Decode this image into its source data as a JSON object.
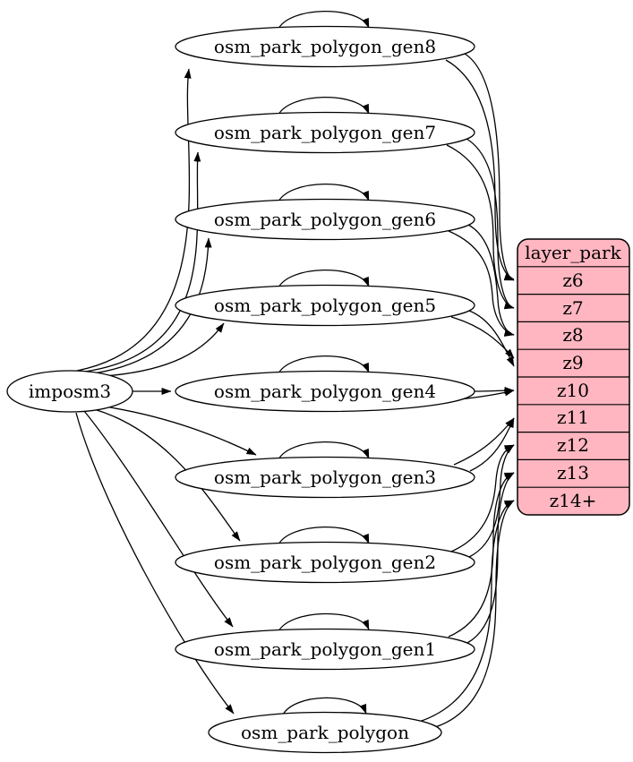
{
  "diagram": {
    "source": {
      "label": "imposm3"
    },
    "tables": [
      {
        "label": "osm_park_polygon_gen8",
        "feeds": "z6"
      },
      {
        "label": "osm_park_polygon_gen7",
        "feeds": "z7"
      },
      {
        "label": "osm_park_polygon_gen6",
        "feeds": "z8"
      },
      {
        "label": "osm_park_polygon_gen5",
        "feeds": "z9"
      },
      {
        "label": "osm_park_polygon_gen4",
        "feeds": "z10"
      },
      {
        "label": "osm_park_polygon_gen3",
        "feeds": "z11"
      },
      {
        "label": "osm_park_polygon_gen2",
        "feeds": "z12"
      },
      {
        "label": "osm_park_polygon_gen1",
        "feeds": "z13"
      },
      {
        "label": "osm_park_polygon",
        "feeds": "z14+"
      }
    ],
    "layer": {
      "title": "layer_park",
      "zoom_rows": [
        "z6",
        "z7",
        "z8",
        "z9",
        "z10",
        "z11",
        "z12",
        "z13",
        "z14+"
      ]
    },
    "colors": {
      "layer_fill": "#ffb6c1",
      "node_fill": "#ffffff",
      "stroke": "#000000",
      "background": "#ffffff"
    }
  }
}
